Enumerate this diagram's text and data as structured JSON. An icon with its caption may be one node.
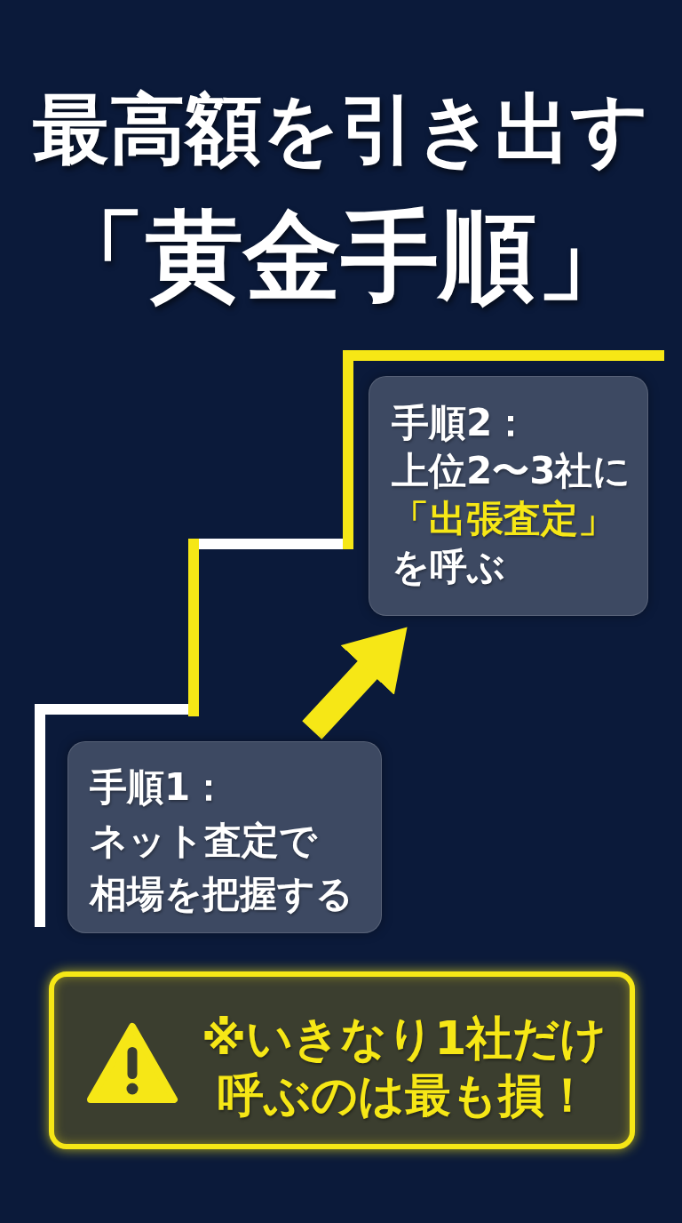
{
  "diagram": {
    "title": "最高額を引き出す",
    "nodes": [
      {
        "text": [
          "手順1：",
          "ネット査定で相場を把握する"
        ]
      },
      {
        "text": [
          "手順2：",
          "上位2〜3社に**「出張査定」**を呼ぶ"
        ]
      },
      {
        "text": [
          "※いきなり1社だけ呼ぶのは最も損！"
        ]
      }
    ],
    "edges": [
      {
        "from": 0,
        "to": 1,
        "arrow": "to"
      }
    ],
    "labels": [
      "「黄金手順」"
    ]
  }
}
